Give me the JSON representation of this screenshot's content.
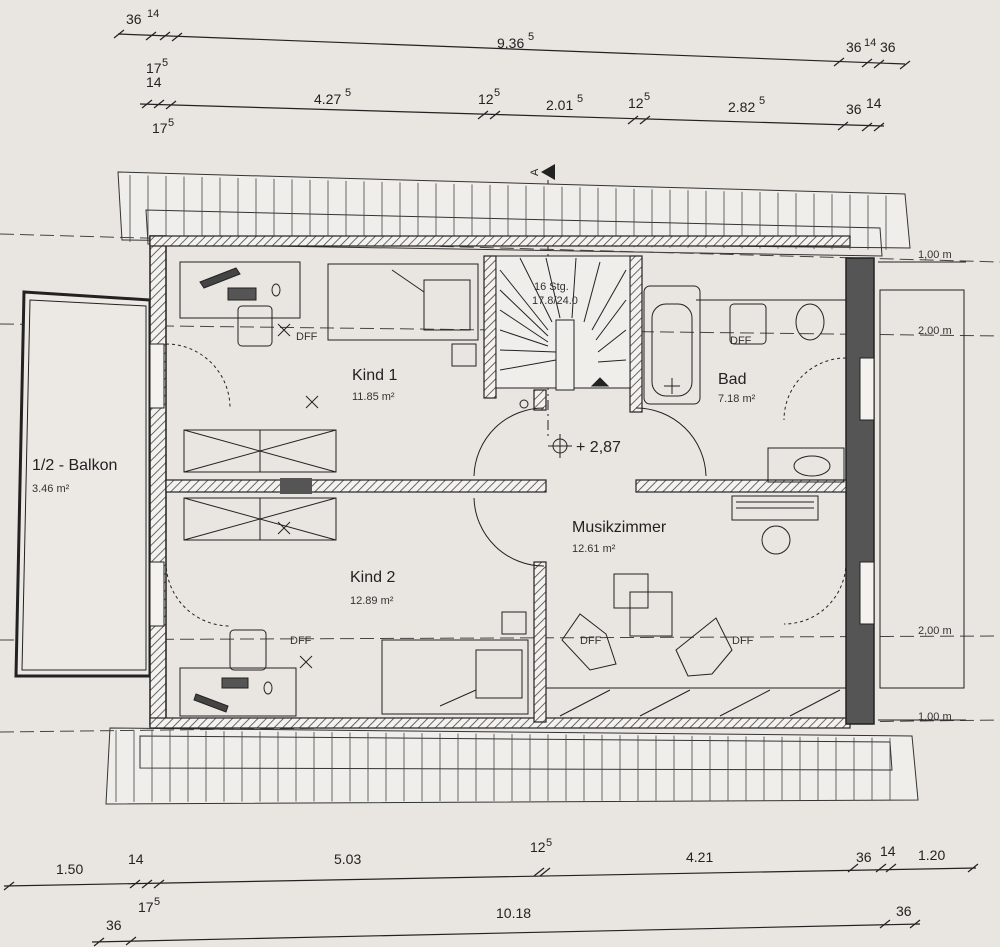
{
  "dimensions": {
    "top1": {
      "left_36": "36",
      "left_14": "14",
      "left_175": "17",
      "left_175_sup": "5",
      "main": "9.36",
      "main_sup": "5",
      "right_36a": "36",
      "right_14": "14",
      "right_36b": "36"
    },
    "top2": {
      "left_14": "14",
      "left_175": "17",
      "left_175_sup": "5",
      "seg1": "4.27",
      "seg1_sup": "5",
      "w1": "12",
      "w1_sup": "5",
      "seg2": "2.01",
      "seg2_sup": "5",
      "w2": "12",
      "w2_sup": "5",
      "seg3": "2.82",
      "seg3_sup": "5",
      "right_36": "36",
      "right_14": "14"
    },
    "bottom1": {
      "seg1": "1.50",
      "w1": "14",
      "seg2": "5.03",
      "w2": "12",
      "w2_sup": "5",
      "seg3": "4.21",
      "right_36": "36",
      "right_14": "14",
      "seg4": "1.20"
    },
    "bottom2": {
      "left_36": "36",
      "left_175": "17",
      "left_175_sup": "5",
      "main": "10.18",
      "right_36": "36"
    },
    "right": {
      "h1": "1,00 m",
      "h2": "2,00 m",
      "h3": "2,00 m",
      "h4": "1,00 m"
    }
  },
  "section_marker": "A",
  "stairs": {
    "line1": "16 Stg.",
    "line2": "17.8/24.0"
  },
  "level": "+ 2,87",
  "rooms": [
    {
      "name": "Kind 1",
      "area": "11.85 m²"
    },
    {
      "name": "Kind 2",
      "area": "12.89 m²"
    },
    {
      "name": "Bad",
      "area": "7.18 m²"
    },
    {
      "name": "Musikzimmer",
      "area": "12.61 m²"
    },
    {
      "name": "1/2 - Balkon",
      "area": "3.46 m²"
    }
  ],
  "dff_label": "DFF",
  "colors": {
    "paper": "#e9e6e1",
    "line": "#222222",
    "wall_fill": "#555555",
    "hatch": "#999999"
  }
}
